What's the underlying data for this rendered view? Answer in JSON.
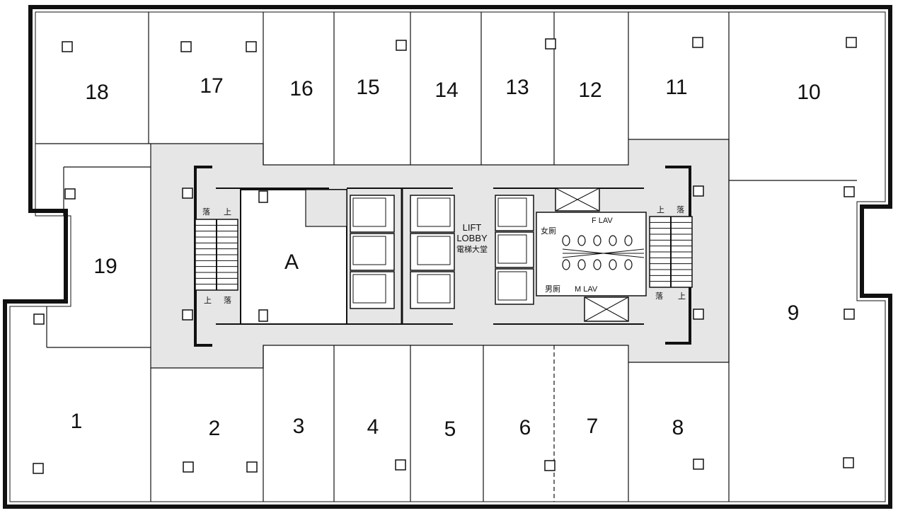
{
  "units": [
    {
      "id": "1",
      "label": "1"
    },
    {
      "id": "2",
      "label": "2"
    },
    {
      "id": "3",
      "label": "3"
    },
    {
      "id": "4",
      "label": "4"
    },
    {
      "id": "5",
      "label": "5"
    },
    {
      "id": "6",
      "label": "6"
    },
    {
      "id": "7",
      "label": "7"
    },
    {
      "id": "8",
      "label": "8"
    },
    {
      "id": "9",
      "label": "9"
    },
    {
      "id": "10",
      "label": "10"
    },
    {
      "id": "11",
      "label": "11"
    },
    {
      "id": "12",
      "label": "12"
    },
    {
      "id": "13",
      "label": "13"
    },
    {
      "id": "14",
      "label": "14"
    },
    {
      "id": "15",
      "label": "15"
    },
    {
      "id": "16",
      "label": "16"
    },
    {
      "id": "17",
      "label": "17"
    },
    {
      "id": "18",
      "label": "18"
    },
    {
      "id": "19",
      "label": "19"
    }
  ],
  "core": {
    "unit_a": "A",
    "lift_lobby_line1": "LIFT",
    "lift_lobby_line2": "LOBBY",
    "lift_lobby_cn": "電梯大堂",
    "f_lav_cn": "女厠",
    "f_lav": "F LAV",
    "m_lav_cn": "男厠",
    "m_lav": "M LAV",
    "stair_up": "上",
    "stair_down": "落"
  },
  "colors": {
    "line": "#111111",
    "core_fill": "#e6e6e6",
    "background": "#ffffff"
  }
}
